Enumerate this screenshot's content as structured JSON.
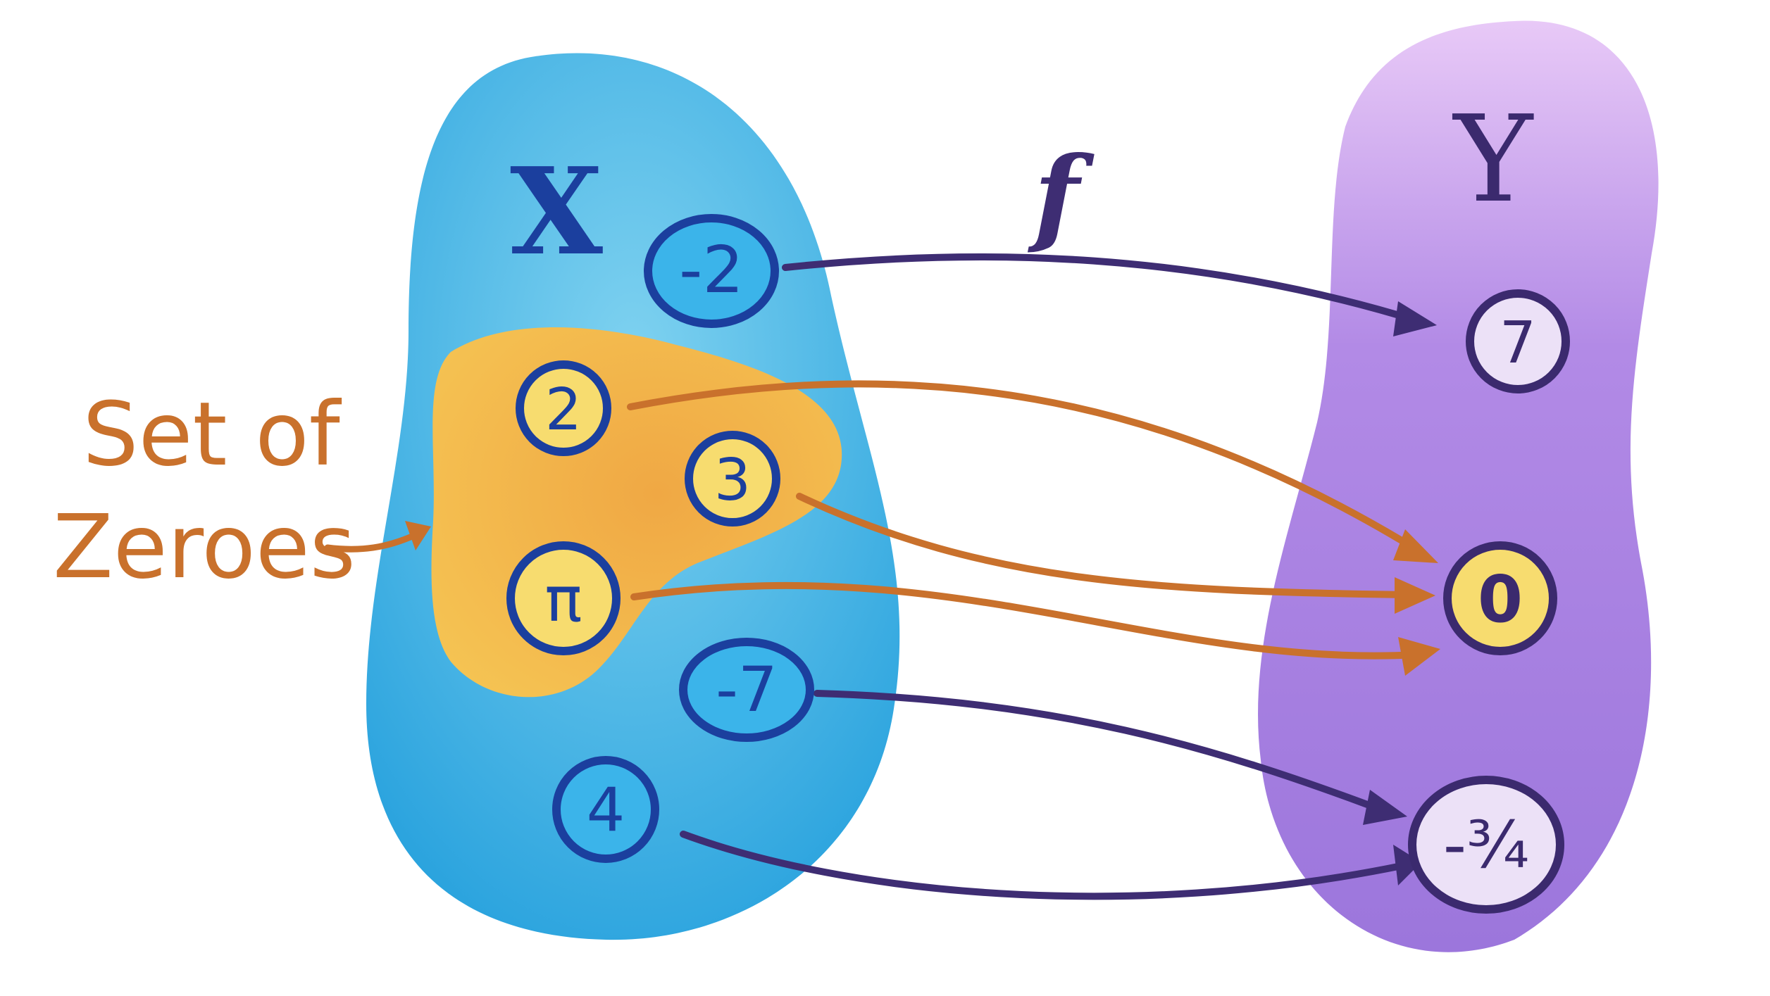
{
  "set_x": {
    "label": "X",
    "elements": [
      {
        "id": "x-neg2",
        "text": "-2",
        "in_zeroes": false
      },
      {
        "id": "x-2",
        "text": "2",
        "in_zeroes": true
      },
      {
        "id": "x-3",
        "text": "3",
        "in_zeroes": true
      },
      {
        "id": "x-pi",
        "text": "π",
        "in_zeroes": true
      },
      {
        "id": "x-neg7",
        "text": "-7",
        "in_zeroes": false
      },
      {
        "id": "x-4",
        "text": "4",
        "in_zeroes": false
      }
    ]
  },
  "set_y": {
    "label": "Y",
    "elements": [
      {
        "id": "y-7",
        "text": "7"
      },
      {
        "id": "y-0",
        "text": "0"
      },
      {
        "id": "y-neg3q",
        "text": "-¾"
      }
    ]
  },
  "function_label": "f",
  "zeroes_label": {
    "line1": "Set of",
    "line2": "Zeroes"
  },
  "mappings": [
    {
      "from": "x-neg2",
      "to": "y-7"
    },
    {
      "from": "x-2",
      "to": "y-0"
    },
    {
      "from": "x-3",
      "to": "y-0"
    },
    {
      "from": "x-pi",
      "to": "y-0"
    },
    {
      "from": "x-neg7",
      "to": "y-neg3q"
    },
    {
      "from": "x-4",
      "to": "y-neg3q"
    }
  ],
  "colors": {
    "set_x_fill": "#3fb6e6",
    "set_y_fill": "#a57ee0",
    "zeroes_fill": "#f2b23e",
    "blue_node": "#3bb4ea",
    "yellow_node": "#f7dc6f",
    "node_stroke": "#1b3f9e",
    "y_node_stroke": "#3b2a6e",
    "dark_arrow": "#3e2d73",
    "orange_arrow": "#c9712c"
  }
}
